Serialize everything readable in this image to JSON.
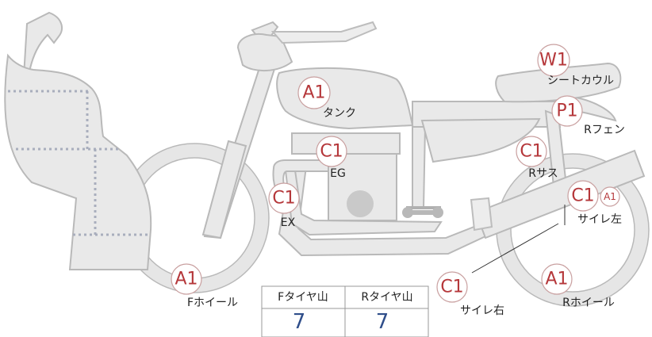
{
  "parts": [
    {
      "key": "tank",
      "grade": "A1",
      "label": "タンク"
    },
    {
      "key": "seat_cowl",
      "grade": "W1",
      "label": "シートカウル"
    },
    {
      "key": "r_fender",
      "grade": "P1",
      "label": "Rフェン"
    },
    {
      "key": "engine",
      "grade": "C1",
      "label": "EG"
    },
    {
      "key": "r_suspension",
      "grade": "C1",
      "label": "Rサス"
    },
    {
      "key": "exhaust",
      "grade": "C1",
      "label": "EX"
    },
    {
      "key": "muffler_left",
      "grade": "C1",
      "extra_grade": "A1",
      "label": "サイレ左"
    },
    {
      "key": "front_wheel",
      "grade": "A1",
      "label": "Fホイール"
    },
    {
      "key": "muffler_right",
      "grade": "C1",
      "label": "サイレ右"
    },
    {
      "key": "rear_wheel",
      "grade": "A1",
      "label": "Rホイール"
    }
  ],
  "tire_table": {
    "headers": [
      "Fタイヤ山",
      "Rタイヤ山"
    ],
    "values": [
      "7",
      "7"
    ]
  },
  "colors": {
    "grade_text": "#b5373a",
    "part_fill": "#e9e9e9",
    "part_stroke": "#b9b9b9",
    "tire_value": "#2f4e8a",
    "dotted_line": "#a9aebd"
  }
}
